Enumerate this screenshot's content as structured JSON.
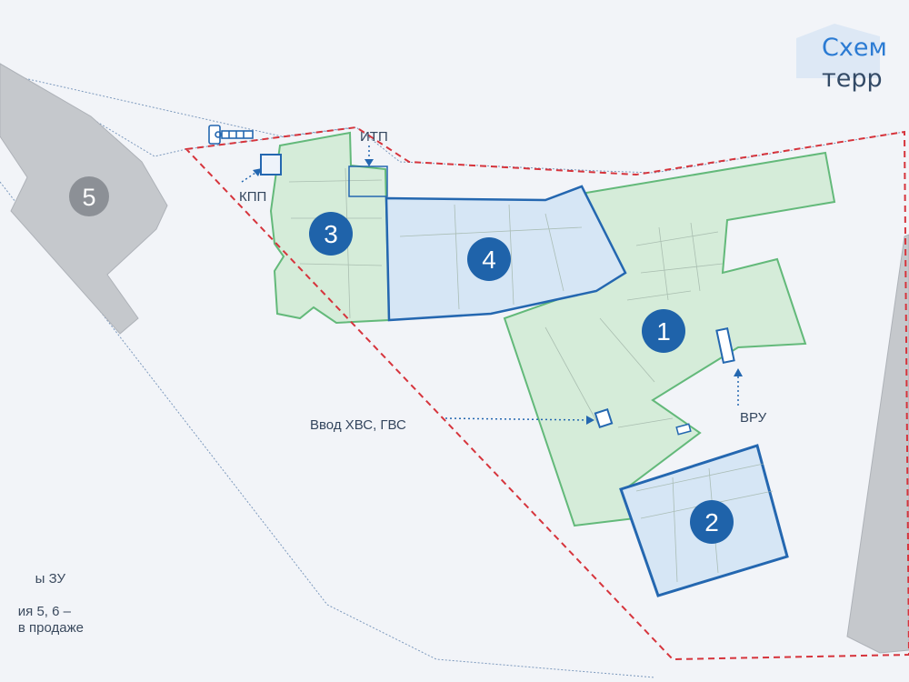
{
  "title": {
    "line1": "Схем",
    "line2": "терр"
  },
  "buildings": [
    {
      "number": "1",
      "kind": "existing"
    },
    {
      "number": "2",
      "kind": "for-sale"
    },
    {
      "number": "3",
      "kind": "existing"
    },
    {
      "number": "4",
      "kind": "for-sale"
    },
    {
      "number": "5",
      "kind": "neighbour"
    }
  ],
  "labels": {
    "itp": "ИТП",
    "kpp": "КПП",
    "vru": "ВРУ",
    "water_inlet": "Ввод ХВС, ГВС"
  },
  "legend": {
    "line1": "ы ЗУ",
    "line2": "ия 5, 6 –",
    "line3": "в продаже"
  },
  "colors": {
    "background": "#f2f4f8",
    "existing_fill": "#d5ecd9",
    "existing_stroke": "#63b97a",
    "sale_fill": "#d6e6f5",
    "sale_stroke": "#2467b0",
    "badge": "#1f63aa",
    "neighbour_fill": "#c5c8cc",
    "neighbour_badge": "#8c9096",
    "boundary": "#d6343c",
    "accent": "#2b7bd3"
  }
}
